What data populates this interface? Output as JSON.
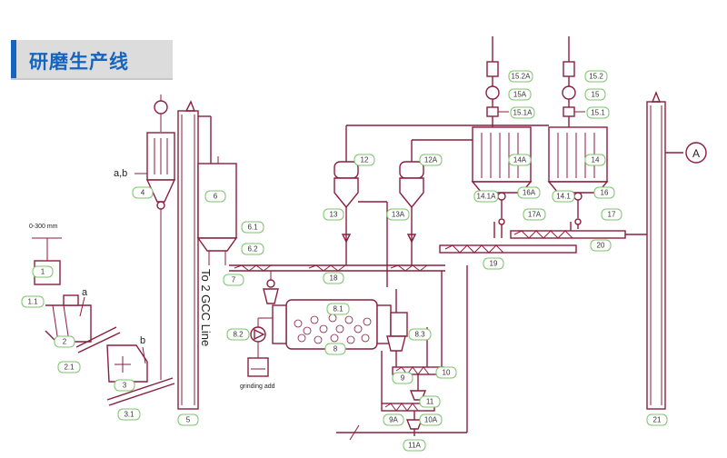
{
  "title": "研磨生产线",
  "labels": {
    "u1": "1",
    "u1_1": "1.1",
    "u2": "2",
    "u2_1": "2.1",
    "u3": "3",
    "u3_1": "3.1",
    "u4": "4",
    "u5": "5",
    "u6": "6",
    "u6_1": "6.1",
    "u6_2": "6.2",
    "u7": "7",
    "u8": "8",
    "u8_1": "8.1",
    "u8_2": "8.2",
    "u8_3": "8.3",
    "u9": "9",
    "u9A": "9A",
    "u10": "10",
    "u10A": "10A",
    "u11": "11",
    "u11A": "11A",
    "u12": "12",
    "u12A": "12A",
    "u13": "13",
    "u13A": "13A",
    "u14": "14",
    "u14A": "14A",
    "u14_1": "14.1",
    "u14_1A": "14.1A",
    "u15": "15",
    "u15A": "15A",
    "u15_1": "15.1",
    "u15_1A": "15.1A",
    "u15_2": "15.2",
    "u15_2A": "15.2A",
    "u16": "16",
    "u16A": "16A",
    "u17": "17",
    "u17A": "17A",
    "u18": "18",
    "u19": "19",
    "u20": "20",
    "u21": "21"
  },
  "notes": {
    "feed_size": "0-300 mm",
    "a": "a",
    "b": "b",
    "ab": "a,b",
    "to_gcc": "To 2 GCC Line",
    "grinding_add": "grinding add",
    "output_A": "A"
  }
}
